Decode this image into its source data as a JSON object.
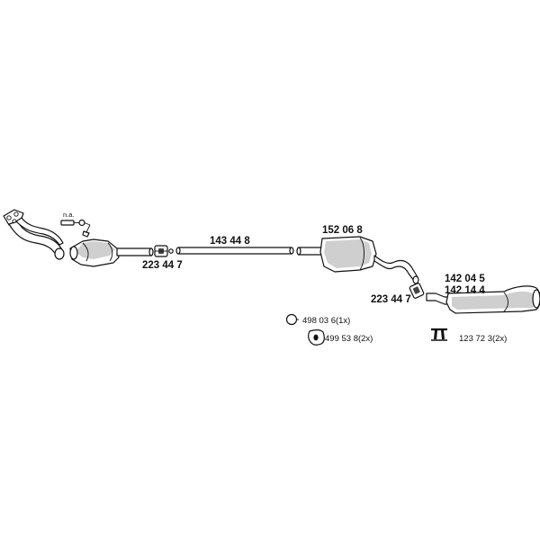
{
  "labels": {
    "na": "n.a.",
    "clamp_front": "223 44 7",
    "middle_pipe": "143 44 8",
    "center_silencer": "152 06 8",
    "clamp_rear": "223 44 7",
    "rear_silencer_a": "142 04 5",
    "rear_silencer_b": "142 14 4"
  },
  "accessories": [
    {
      "number": "498 03 6",
      "qty": "(1x)",
      "icon": "rubber-ring-icon"
    },
    {
      "number": "499 53 8",
      "qty": "(2x)",
      "icon": "rubber-mount-icon"
    },
    {
      "number": "123 72 3",
      "qty": "(2x)",
      "icon": "hanger-bracket-icon"
    }
  ],
  "colors": {
    "line": "#111111",
    "shade": "#cfcfcf",
    "background": "#ffffff"
  }
}
